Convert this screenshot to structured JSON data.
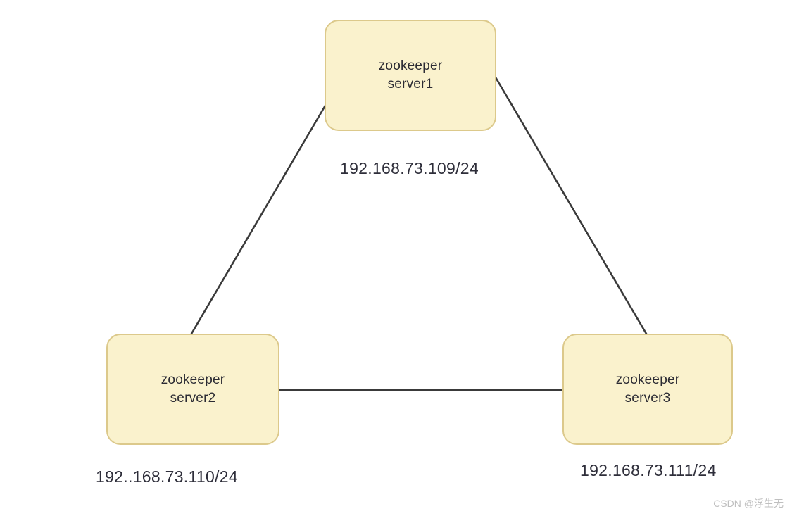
{
  "diagram": {
    "type": "network-topology",
    "background_color": "#ffffff",
    "node_fill_color": "#faf2cd",
    "node_border_color": "#dcc98b",
    "edge_color": "#3a3a3a",
    "nodes": [
      {
        "id": "server1",
        "title_line1": "zookeeper",
        "title_line2": "server1",
        "ip": "192.168.73.109/24"
      },
      {
        "id": "server2",
        "title_line1": "zookeeper",
        "title_line2": "server2",
        "ip": "192..168.73.110/24"
      },
      {
        "id": "server3",
        "title_line1": "zookeeper",
        "title_line2": "server3",
        "ip": "192.168.73.111/24"
      }
    ],
    "edges": [
      {
        "from": "server1",
        "to": "server2"
      },
      {
        "from": "server1",
        "to": "server3"
      },
      {
        "from": "server2",
        "to": "server3"
      }
    ]
  },
  "watermark": {
    "text": "CSDN @浮生无"
  }
}
